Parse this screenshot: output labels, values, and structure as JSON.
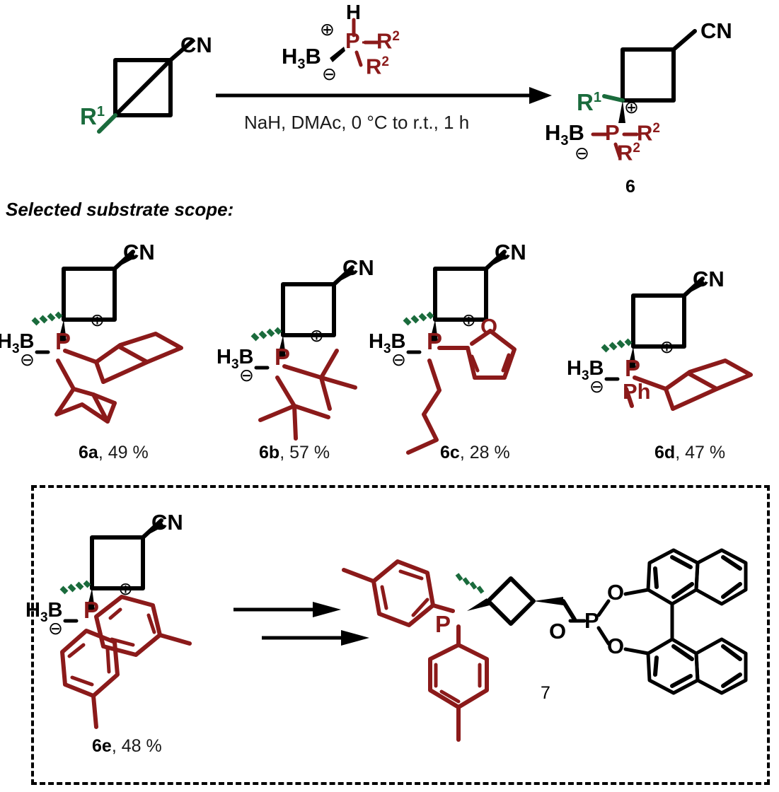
{
  "figure": {
    "type": "reaction-scheme",
    "colors": {
      "black": "#000000",
      "red": "#8B1A1A",
      "green": "#1A6B3C",
      "white": "#FFFFFF"
    }
  },
  "reaction": {
    "substrate": {
      "name": "bicyclo[1.1.0]butane-1-carbonitrile",
      "labels": {
        "cn": "CN",
        "r1": "R",
        "r1_sup": "1"
      }
    },
    "reagent": {
      "name": "secondary phosphine-borane",
      "labels": {
        "h": "H",
        "p": "P",
        "h3b": "H",
        "h3b_sub": "3",
        "h3b_b": "B",
        "plus": "⊕",
        "minus": "⊖",
        "r2a": "R",
        "r2a_sup": "2",
        "r2b": "R",
        "r2b_sup": "2",
        "bond_dash": "–"
      }
    },
    "conditions": "NaH, DMAc, 0 °C to r.t., 1 h",
    "product": {
      "number": "6",
      "labels": {
        "cn": "CN",
        "r1": "R",
        "r1_sup": "1",
        "p": "P",
        "h3b": "H",
        "h3b_sub": "3",
        "h3b_b": "B",
        "plus": "⊕",
        "minus": "⊖",
        "r2a": "R",
        "r2a_sup": "2",
        "r2b": "R",
        "r2b_sup": "2"
      }
    }
  },
  "scope": {
    "title": "Selected substrate scope:",
    "items": [
      {
        "id": "6a",
        "label_bold": "6a",
        "label_rest": ", 49 %",
        "yield": "49 %",
        "substituents": "dicyclohexyl"
      },
      {
        "id": "6b",
        "label_bold": "6b",
        "label_rest": ", 57 %",
        "yield": "57 %",
        "substituents": "di-tert-butyl"
      },
      {
        "id": "6c",
        "label_bold": "6c",
        "label_rest": ", 28 %",
        "yield": "28 %",
        "substituents": "butyl, furan-2-yl"
      },
      {
        "id": "6d",
        "label_bold": "6d",
        "label_rest": ", 47 %",
        "yield": "47 %",
        "substituents": "cyclohexyl, phenyl",
        "ph_label": "Ph"
      },
      {
        "id": "6e",
        "label_bold": "6e",
        "label_rest": ", 48 %",
        "yield": "48 %",
        "substituents": "di-p-tolyl"
      }
    ],
    "common_labels": {
      "cn": "CN",
      "p": "P",
      "h3b_h": "H",
      "h3b_sub": "3",
      "h3b_b": "B",
      "plus": "⊕",
      "minus": "⊖",
      "o": "O"
    }
  },
  "derivatization": {
    "product_number": "7",
    "labels": {
      "p": "P",
      "o_link": "O",
      "p_phosphite": "P",
      "o_top": "O",
      "o_bottom": "O"
    },
    "arrows": 2,
    "description": "6e converted in two steps to BINOL-derived phosphite-phosphine ligand 7"
  }
}
